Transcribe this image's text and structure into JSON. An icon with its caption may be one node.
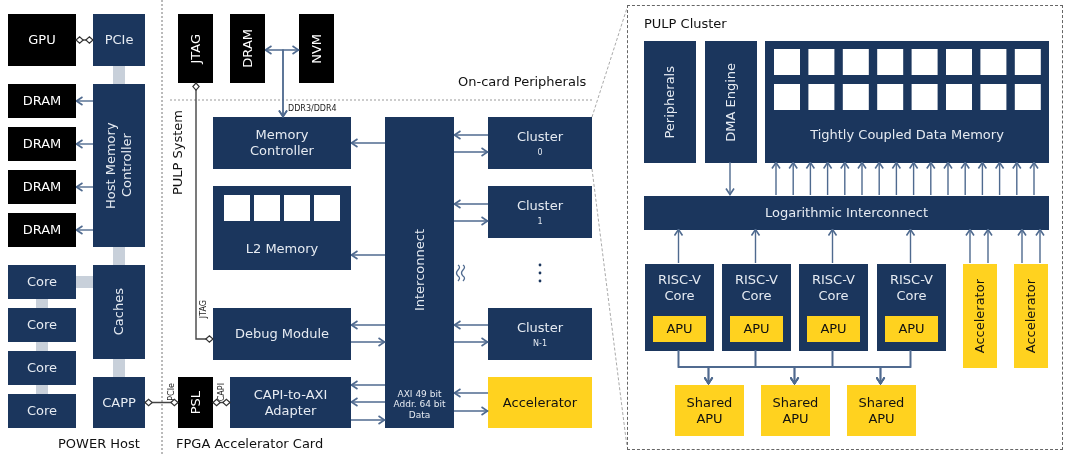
{
  "diagram": {
    "nodes": [
      {
        "text": [
          "GPU"
        ]
      },
      {
        "text": [
          "PCIe"
        ]
      },
      {
        "text": [
          "DRAM"
        ]
      },
      {
        "text": [
          "DRAM"
        ]
      },
      {
        "text": [
          "DRAM"
        ]
      },
      {
        "text": [
          "DRAM"
        ]
      },
      {
        "text": [
          "Host Memory Controller"
        ]
      },
      {
        "text": [
          "Core"
        ]
      },
      {
        "text": [
          "Core"
        ]
      },
      {
        "text": [
          "Core"
        ]
      },
      {
        "text": [
          "Core"
        ]
      },
      {
        "text": [
          "Caches"
        ]
      },
      {
        "text": [
          "CAPP"
        ]
      },
      {
        "text": [
          "JTAG"
        ]
      },
      {
        "text": [
          "DRAM"
        ]
      },
      {
        "text": [
          "NVM"
        ]
      },
      {
        "text": [
          "Memory Controller"
        ]
      },
      {
        "text": [
          "L2 Memory"
        ]
      },
      {
        "text": [
          "Debug Module"
        ]
      },
      {
        "text": [
          "PSL"
        ]
      },
      {
        "text": [
          "CAPI-to-AXI Adapter"
        ]
      },
      {
        "text": [
          "Interconnect",
          "AXI 49 bit Addr. 64 bit Data"
        ]
      },
      {
        "text": [
          "Cluster",
          "0"
        ]
      },
      {
        "text": [
          "Cluster",
          "1"
        ]
      },
      {
        "text": [
          "Cluster",
          "N-1"
        ]
      },
      {
        "text": [
          "Accelerator"
        ]
      },
      {
        "text": [
          "PULP Cluster"
        ]
      },
      {
        "text": [
          "Peripherals"
        ],
        "in": 26
      },
      {
        "text": [
          "DMA Engine"
        ],
        "in": 26
      },
      {
        "text": [
          "Tightly Coupled Data Memory"
        ],
        "in": 26
      },
      {
        "text": [
          "Logarithmic Interconnect"
        ],
        "in": 26
      },
      {
        "text": [
          "RISC-V Core"
        ],
        "in": 26
      },
      {
        "text": [
          "APU"
        ],
        "in": 31
      },
      {
        "text": [
          "RISC-V Core"
        ],
        "in": 26
      },
      {
        "text": [
          "APU"
        ],
        "in": 33
      },
      {
        "text": [
          "RISC-V Core"
        ],
        "in": 26
      },
      {
        "text": [
          "APU"
        ],
        "in": 35
      },
      {
        "text": [
          "RISC-V Core"
        ],
        "in": 26
      },
      {
        "text": [
          "APU"
        ],
        "in": 37
      },
      {
        "text": [
          "Accelerator"
        ],
        "in": 26
      },
      {
        "text": [
          "Accelerator"
        ],
        "in": 26
      },
      {
        "text": [
          "Shared APU"
        ],
        "in": 26
      },
      {
        "text": [
          "Shared APU"
        ],
        "in": 26
      },
      {
        "text": [
          "Shared APU"
        ],
        "in": 26
      }
    ],
    "edges": [
      {
        "from": 0,
        "to": 1,
        "arrow": "other"
      },
      {
        "from": 1,
        "to": 6,
        "arrow": "none",
        "style": "thick",
        "color": "#c8d0da"
      },
      {
        "from": 6,
        "to": 2,
        "arrow": "to"
      },
      {
        "from": 6,
        "to": 3,
        "arrow": "to"
      },
      {
        "from": 6,
        "to": 4,
        "arrow": "to"
      },
      {
        "from": 6,
        "to": 5,
        "arrow": "to"
      },
      {
        "from": 6,
        "to": 11,
        "arrow": "none",
        "style": "thick",
        "color": "#c8d0da"
      },
      {
        "from": 7,
        "to": 11,
        "arrow": "none",
        "style": "thick",
        "color": "#c8d0da"
      },
      {
        "from": 7,
        "to": 8,
        "arrow": "none",
        "style": "thick",
        "color": "#c8d0da"
      },
      {
        "from": 8,
        "to": 9,
        "arrow": "none",
        "style": "thick",
        "color": "#c8d0da"
      },
      {
        "from": 9,
        "to": 10,
        "arrow": "none",
        "style": "thick",
        "color": "#c8d0da"
      },
      {
        "from": 11,
        "to": 12,
        "arrow": "none",
        "style": "thick",
        "color": "#c8d0da"
      },
      {
        "from": 12,
        "to": 19,
        "arrow": "other",
        "label": "PCIe"
      },
      {
        "from": 19,
        "to": 20,
        "arrow": "other",
        "label": "CAPI"
      },
      {
        "from": 13,
        "to": 18,
        "arrow": "other",
        "label": "JTAG"
      },
      {
        "from": 16,
        "to": 14,
        "arrow": "both",
        "label": "DDR3/DDR4"
      },
      {
        "from": 16,
        "to": 15,
        "arrow": "both"
      },
      {
        "from": 21,
        "to": 16,
        "arrow": "to"
      },
      {
        "from": 21,
        "to": 17,
        "arrow": "to"
      },
      {
        "from": 21,
        "to": 18,
        "arrow": "to"
      },
      {
        "from": 18,
        "to": 21,
        "arrow": "to"
      },
      {
        "from": 21,
        "to": 20,
        "arrow": "to"
      },
      {
        "from": 21,
        "to": 20,
        "arrow": "to"
      },
      {
        "from": 20,
        "to": 21,
        "arrow": "to"
      },
      {
        "from": 22,
        "to": 21,
        "arrow": "to"
      },
      {
        "from": 21,
        "to": 22,
        "arrow": "to"
      },
      {
        "from": 23,
        "to": 21,
        "arrow": "to"
      },
      {
        "from": 21,
        "to": 23,
        "arrow": "to"
      },
      {
        "from": 24,
        "to": 21,
        "arrow": "to"
      },
      {
        "from": 21,
        "to": 24,
        "arrow": "to"
      },
      {
        "from": 25,
        "to": 21,
        "arrow": "to"
      },
      {
        "from": 21,
        "to": 25,
        "arrow": "to"
      },
      {
        "from": 28,
        "to": 30,
        "arrow": "to"
      },
      {
        "from": 30,
        "to": 29,
        "arrow": "to"
      },
      {
        "from": 30,
        "to": 29,
        "arrow": "to"
      },
      {
        "from": 30,
        "to": 29,
        "arrow": "to"
      },
      {
        "from": 30,
        "to": 29,
        "arrow": "to"
      },
      {
        "from": 30,
        "to": 29,
        "arrow": "to"
      },
      {
        "from": 30,
        "to": 29,
        "arrow": "to"
      },
      {
        "from": 30,
        "to": 29,
        "arrow": "to"
      },
      {
        "from": 30,
        "to": 29,
        "arrow": "to"
      },
      {
        "from": 30,
        "to": 29,
        "arrow": "to"
      },
      {
        "from": 30,
        "to": 29,
        "arrow": "to"
      },
      {
        "from": 30,
        "to": 29,
        "arrow": "to"
      },
      {
        "from": 30,
        "to": 29,
        "arrow": "to"
      },
      {
        "from": 30,
        "to": 29,
        "arrow": "to"
      },
      {
        "from": 30,
        "to": 29,
        "arrow": "to"
      },
      {
        "from": 30,
        "to": 29,
        "arrow": "to"
      },
      {
        "from": 30,
        "to": 29,
        "arrow": "to"
      },
      {
        "from": 31,
        "to": 30,
        "arrow": "to"
      },
      {
        "from": 33,
        "to": 30,
        "arrow": "to"
      },
      {
        "from": 35,
        "to": 30,
        "arrow": "to"
      },
      {
        "from": 37,
        "to": 30,
        "arrow": "to"
      },
      {
        "from": 39,
        "to": 30,
        "arrow": "to"
      },
      {
        "from": 39,
        "to": 30,
        "arrow": "to"
      },
      {
        "from": 40,
        "to": 30,
        "arrow": "to"
      },
      {
        "from": 40,
        "to": 30,
        "arrow": "to"
      },
      {
        "from": 31,
        "to": 41,
        "arrow": "to"
      },
      {
        "from": 31,
        "to": 42,
        "arrow": "to"
      },
      {
        "from": 31,
        "to": 43,
        "arrow": "to"
      },
      {
        "from": 33,
        "to": 41,
        "arrow": "to"
      },
      {
        "from": 33,
        "to": 42,
        "arrow": "to"
      },
      {
        "from": 33,
        "to": 43,
        "arrow": "to"
      },
      {
        "from": 35,
        "to": 41,
        "arrow": "to"
      },
      {
        "from": 35,
        "to": 42,
        "arrow": "to"
      },
      {
        "from": 35,
        "to": 43,
        "arrow": "to"
      },
      {
        "from": 37,
        "to": 41,
        "arrow": "to"
      },
      {
        "from": 37,
        "to": 42,
        "arrow": "to"
      },
      {
        "from": 37,
        "to": 43,
        "arrow": "to"
      },
      {
        "from": 22,
        "to": 26,
        "arrow": "none",
        "style": "dashed",
        "color": "#aaaaaa"
      },
      {
        "from": 22,
        "to": 26,
        "arrow": "none",
        "style": "dashed",
        "color": "#aaaaaa"
      }
    ],
    "labels": [
      "On-card Peripherals",
      "PULP System",
      "POWER Host",
      "FPGA Accelerator Card"
    ]
  }
}
